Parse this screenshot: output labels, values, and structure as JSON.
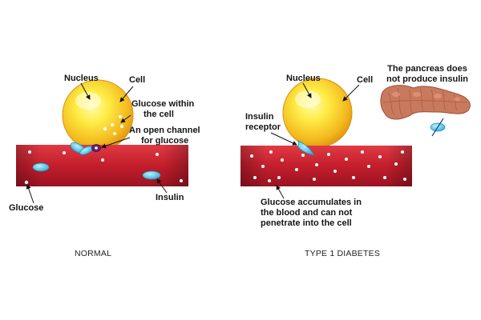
{
  "normal": {
    "nucleus": "Nucleus",
    "cell": "Cell",
    "glucose_within_line1": "Glucose within",
    "glucose_within_line2": "the cell",
    "open_channel_line1": "An open channel",
    "open_channel_line2": "for glucose",
    "glucose": "Glucose",
    "insulin": "Insulin",
    "caption": "NORMAL"
  },
  "type1": {
    "nucleus": "Nucleus",
    "cell": "Cell",
    "pancreas_line1": "The pancreas does",
    "pancreas_line2": "not produce insulin",
    "receptor_line1": "Insulin",
    "receptor_line2": "receptor",
    "accumulates_line1": "Glucose accumulates in",
    "accumulates_line2": "the blood and can not",
    "accumulates_line3": "penetrate into the cell",
    "caption": "TYPE 1 DIABETES"
  },
  "colors": {
    "blood_vessel": "#c41e2c",
    "blood_vessel_dark": "#8f0f1d",
    "cell_core": "#fff36a",
    "cell_edge": "#e39d12",
    "insulin": "#3fc3e3",
    "pancreas": "#c97a5e"
  }
}
